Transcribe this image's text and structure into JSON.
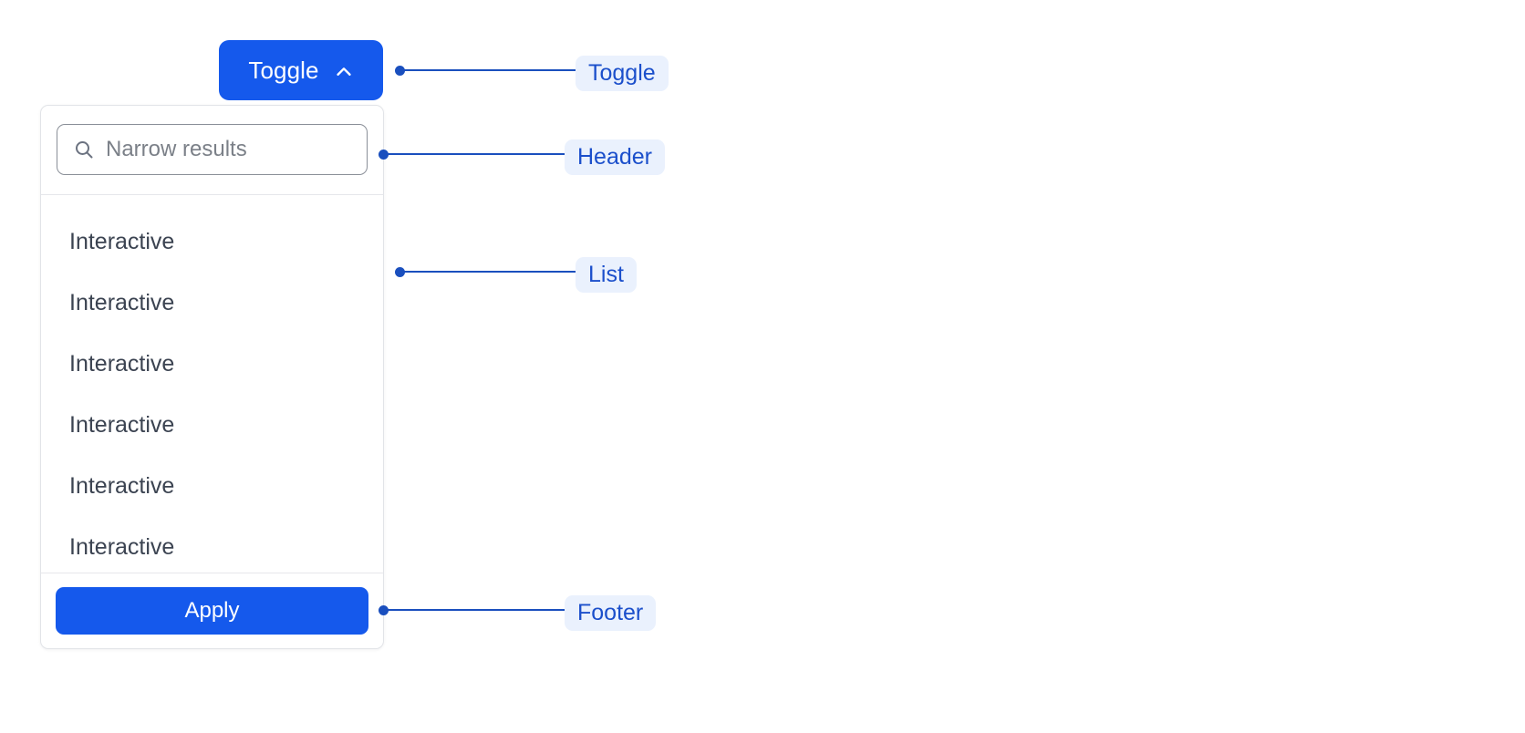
{
  "toggle": {
    "label": "Toggle",
    "icon": "chevron-up-icon",
    "background": "#1559ec",
    "text_color": "#ffffff"
  },
  "panel": {
    "header": {
      "search": {
        "placeholder": "Narrow results",
        "value": "",
        "icon": "search-icon"
      }
    },
    "list": {
      "items": [
        {
          "label": "Interactive"
        },
        {
          "label": "Interactive"
        },
        {
          "label": "Interactive"
        },
        {
          "label": "Interactive"
        },
        {
          "label": "Interactive"
        },
        {
          "label": "Interactive"
        }
      ]
    },
    "footer": {
      "apply_label": "Apply",
      "background": "#1559ec"
    }
  },
  "annotations": [
    {
      "id": "toggle",
      "label": "Toggle"
    },
    {
      "id": "header",
      "label": "Header"
    },
    {
      "id": "list",
      "label": "List"
    },
    {
      "id": "footer",
      "label": "Footer"
    }
  ],
  "colors": {
    "accent": "#1559ec",
    "annotation_line": "#1a4fbe",
    "annotation_text": "#1b4fcb",
    "annotation_background": "#eaf1fd",
    "panel_border": "#e2e4e8",
    "list_text": "#3b4351",
    "placeholder_text": "#7b8088"
  }
}
